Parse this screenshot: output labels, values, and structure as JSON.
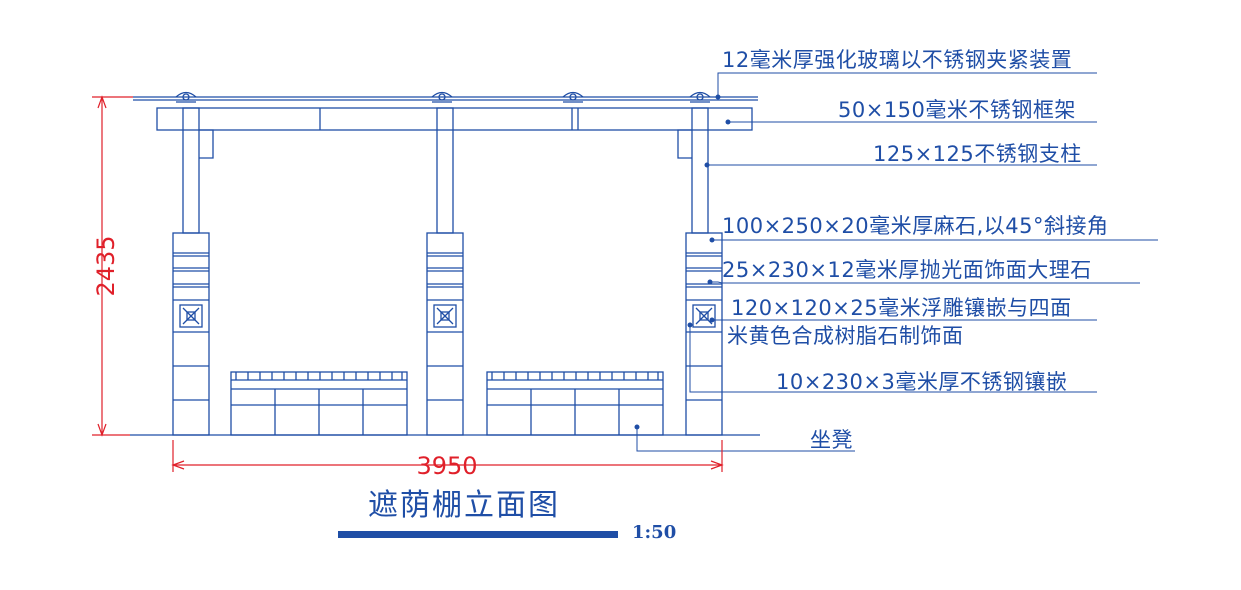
{
  "title": "遮荫棚立面图",
  "scale": "1:50",
  "dimensions": {
    "width": "3950",
    "height": "2435"
  },
  "annotations": [
    "12毫米厚强化玻璃以不锈钢夹紧装置",
    "50×150毫米不锈钢框架",
    "125×125不锈钢支柱",
    "100×250×20毫米厚麻石,以45°斜接角",
    "25×230×12毫米厚抛光面饰面大理石",
    "120×120×25毫米浮雕镶嵌与四面",
    "米黄色合成树脂石制饰面",
    "10×230×3毫米厚不锈钢镶嵌",
    "坐凳"
  ],
  "colors": {
    "line": "#1f4ea6",
    "dimension": "#e0202a"
  }
}
